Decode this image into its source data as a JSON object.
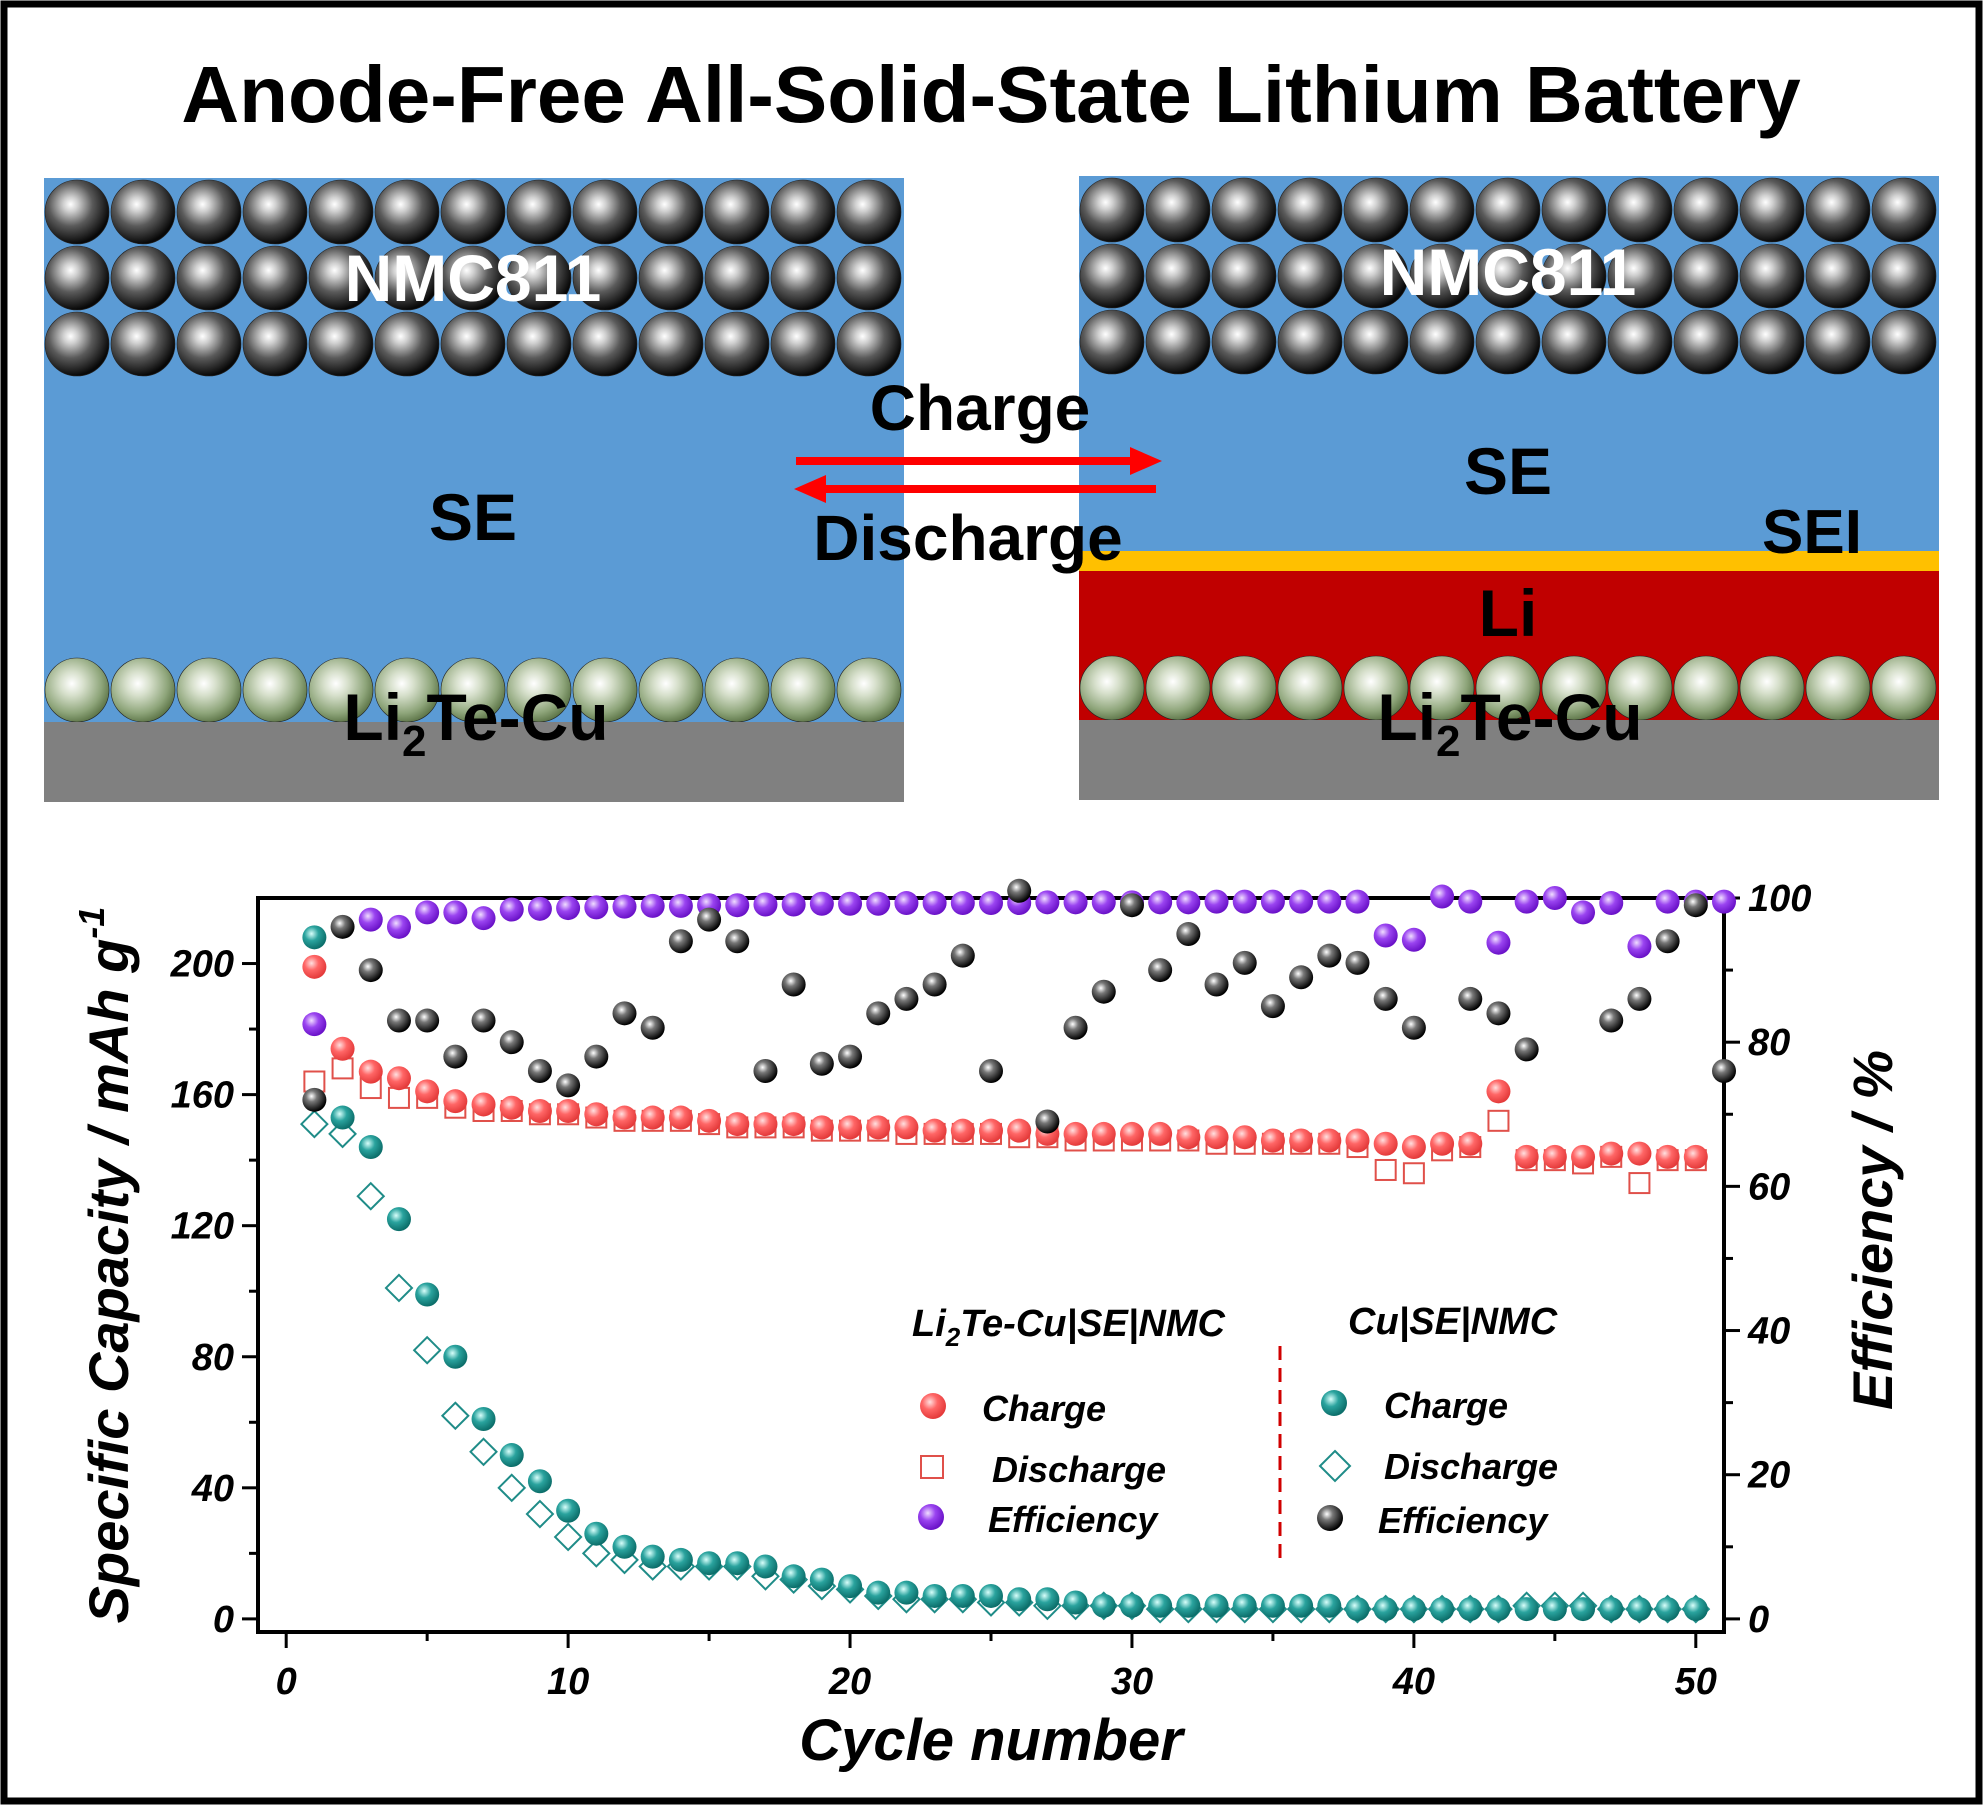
{
  "title": "Anode-Free All-Solid-State Lithium Battery",
  "schematic": {
    "left": {
      "cathode_label": "NMC811",
      "electrolyte_label": "SE",
      "anode_label_main": "Li",
      "anode_label_sub": "2",
      "anode_label_rest": "Te-Cu"
    },
    "right": {
      "cathode_label": "NMC811",
      "electrolyte_label": "SE",
      "sei_label": "SEI",
      "li_label": "Li",
      "anode_label_main": "Li",
      "anode_label_sub": "2",
      "anode_label_rest": "Te-Cu"
    },
    "charge_label": "Charge",
    "discharge_label": "Discharge",
    "colors": {
      "electrolyte": "#5b9bd5",
      "sei": "#ffc000",
      "lithium": "#c00000",
      "collector": "#808080",
      "arrow": "#ff0000",
      "cathode_sphere": "#1a1a1a",
      "anode_sphere": "#6f8a5a"
    }
  },
  "chart_data": {
    "type": "scatter",
    "xlabel": "Cycle number",
    "ylabel_left": "Specific Capacity / mAh g",
    "ylabel_left_sup": "-1",
    "ylabel_right": "Efficiency / %",
    "xlim": [
      -1,
      51
    ],
    "ylim_left": [
      -4,
      220
    ],
    "ylim_right": [
      -1.818,
      100
    ],
    "x_ticks": [
      0,
      10,
      20,
      30,
      40,
      50
    ],
    "y_left_ticks": [
      0,
      40,
      80,
      120,
      160,
      200
    ],
    "y_right_ticks": [
      0,
      20,
      40,
      60,
      80,
      100
    ],
    "legend": {
      "group1_title_main": "Li",
      "group1_title_sub": "2",
      "group1_title_rest": "Te-Cu|SE|NMC",
      "group2_title": "Cu|SE|NMC",
      "entries": [
        "Charge",
        "Discharge",
        "Efficiency"
      ]
    },
    "series": [
      {
        "name": "Charge",
        "group": "Li2Te-Cu|SE|NMC",
        "axis": "left",
        "marker": "sphere",
        "color": "#ff5a5a",
        "x": [
          1,
          2,
          3,
          4,
          5,
          6,
          7,
          8,
          9,
          10,
          11,
          12,
          13,
          14,
          15,
          16,
          17,
          18,
          19,
          20,
          21,
          22,
          23,
          24,
          25,
          26,
          27,
          28,
          29,
          30,
          31,
          32,
          33,
          34,
          35,
          36,
          37,
          38,
          39,
          40,
          41,
          42,
          43,
          44,
          45,
          46,
          47,
          48,
          49,
          50
        ],
        "values": [
          199,
          174,
          167,
          165,
          161,
          158,
          157,
          156,
          155,
          155,
          154,
          153,
          153,
          153,
          152,
          151,
          151,
          151,
          150,
          150,
          150,
          150,
          149,
          149,
          149,
          149,
          148,
          148,
          148,
          148,
          148,
          147,
          147,
          147,
          146,
          146,
          146,
          146,
          145,
          144,
          145,
          145,
          161,
          141,
          141,
          141,
          142,
          142,
          141,
          141
        ]
      },
      {
        "name": "Discharge",
        "group": "Li2Te-Cu|SE|NMC",
        "axis": "left",
        "marker": "open-square",
        "color": "#e0504a",
        "x": [
          1,
          2,
          3,
          4,
          5,
          6,
          7,
          8,
          9,
          10,
          11,
          12,
          13,
          14,
          15,
          16,
          17,
          18,
          19,
          20,
          21,
          22,
          23,
          24,
          25,
          26,
          27,
          28,
          29,
          30,
          31,
          32,
          33,
          34,
          35,
          36,
          37,
          38,
          39,
          40,
          41,
          42,
          43,
          44,
          45,
          46,
          47,
          48,
          49,
          50
        ],
        "values": [
          164,
          168,
          162,
          159,
          159,
          156,
          155,
          155,
          154,
          154,
          153,
          152,
          152,
          152,
          151,
          150,
          150,
          150,
          149,
          149,
          149,
          148,
          148,
          148,
          148,
          147,
          147,
          146,
          146,
          146,
          146,
          146,
          145,
          145,
          145,
          145,
          145,
          144,
          137,
          136,
          143,
          144,
          152,
          140,
          140,
          139,
          141,
          133,
          140,
          140
        ]
      },
      {
        "name": "Efficiency",
        "group": "Li2Te-Cu|SE|NMC",
        "axis": "right",
        "marker": "sphere",
        "color": "#8a2be2",
        "x": [
          1,
          3,
          4,
          5,
          6,
          7,
          8,
          9,
          10,
          11,
          12,
          13,
          14,
          15,
          16,
          17,
          18,
          19,
          20,
          21,
          22,
          23,
          24,
          25,
          26,
          27,
          28,
          29,
          30,
          31,
          32,
          33,
          34,
          35,
          36,
          37,
          38,
          39,
          40,
          41,
          42,
          43,
          44,
          45,
          46,
          47,
          48,
          49,
          50,
          51
        ],
        "values": [
          82.5,
          97.0,
          96.0,
          98.0,
          98.0,
          97.2,
          98.4,
          98.5,
          98.6,
          98.7,
          98.8,
          98.9,
          98.9,
          99.0,
          99.0,
          99.1,
          99.1,
          99.2,
          99.2,
          99.2,
          99.3,
          99.3,
          99.3,
          99.3,
          99.3,
          99.4,
          99.4,
          99.4,
          99.4,
          99.4,
          99.4,
          99.5,
          99.5,
          99.5,
          99.5,
          99.5,
          99.5,
          94.8,
          94.2,
          100.2,
          99.5,
          93.8,
          99.5,
          100.0,
          98.0,
          99.3,
          93.3,
          99.5,
          99.5,
          99.5
        ]
      },
      {
        "name": "Charge",
        "group": "Cu|SE|NMC",
        "axis": "left",
        "marker": "sphere",
        "color": "#1f8c88",
        "x": [
          1,
          2,
          3,
          4,
          5,
          6,
          7,
          8,
          9,
          10,
          11,
          12,
          13,
          14,
          15,
          16,
          17,
          18,
          19,
          20,
          21,
          22,
          23,
          24,
          25,
          26,
          27,
          28,
          29,
          30,
          31,
          32,
          33,
          34,
          35,
          36,
          37,
          38,
          39,
          40,
          41,
          42,
          43,
          44,
          45,
          46,
          47,
          48,
          49,
          50
        ],
        "values": [
          208,
          153,
          144,
          122,
          99,
          80,
          61,
          50,
          42,
          33,
          26,
          22,
          19,
          18,
          17,
          17,
          16,
          13,
          12,
          10,
          8,
          8,
          7,
          7,
          7,
          6,
          6,
          5,
          4,
          4,
          4,
          4,
          4,
          4,
          4,
          4,
          4,
          3,
          3,
          3,
          3,
          3,
          3,
          3,
          3,
          3,
          3,
          3,
          3,
          3
        ]
      },
      {
        "name": "Discharge",
        "group": "Cu|SE|NMC",
        "axis": "left",
        "marker": "open-diamond",
        "color": "#1f8c88",
        "x": [
          1,
          2,
          3,
          4,
          5,
          6,
          7,
          8,
          9,
          10,
          11,
          12,
          13,
          14,
          15,
          16,
          17,
          18,
          19,
          20,
          21,
          22,
          23,
          24,
          25,
          26,
          27,
          28,
          29,
          30,
          31,
          32,
          33,
          34,
          35,
          36,
          37,
          38,
          39,
          40,
          41,
          42,
          43,
          44,
          45,
          46,
          47,
          48,
          49,
          50
        ],
        "values": [
          151,
          148,
          129,
          101,
          82,
          62,
          51,
          40,
          32,
          25,
          20,
          18,
          16,
          16,
          16,
          16,
          13,
          12,
          10,
          9,
          7,
          6,
          6,
          6,
          5,
          5,
          4,
          4,
          4,
          4,
          3,
          3,
          3,
          3,
          3,
          3,
          3,
          3,
          3,
          3,
          3,
          3,
          3,
          4,
          4,
          4,
          3,
          3,
          3,
          3
        ]
      },
      {
        "name": "Efficiency",
        "group": "Cu|SE|NMC",
        "axis": "right",
        "marker": "sphere",
        "color": "#111111",
        "x": [
          1,
          2,
          3,
          4,
          5,
          6,
          7,
          8,
          9,
          10,
          11,
          12,
          13,
          14,
          15,
          16,
          17,
          18,
          19,
          20,
          21,
          22,
          23,
          24,
          25,
          26,
          27,
          28,
          29,
          30,
          31,
          32,
          33,
          34,
          35,
          36,
          37,
          38,
          39,
          40,
          42,
          43,
          44,
          47,
          48,
          49,
          50,
          51
        ],
        "values": [
          72,
          96,
          90,
          83,
          83,
          78,
          83,
          80,
          76,
          74,
          78,
          84,
          82,
          94,
          97,
          94,
          76,
          88,
          77,
          78,
          84,
          86,
          88,
          92,
          76,
          101,
          69,
          82,
          87,
          99,
          90,
          95,
          88,
          91,
          85,
          89,
          92,
          91,
          86,
          82,
          86,
          84,
          79,
          83,
          86,
          94,
          99,
          76
        ]
      }
    ]
  }
}
